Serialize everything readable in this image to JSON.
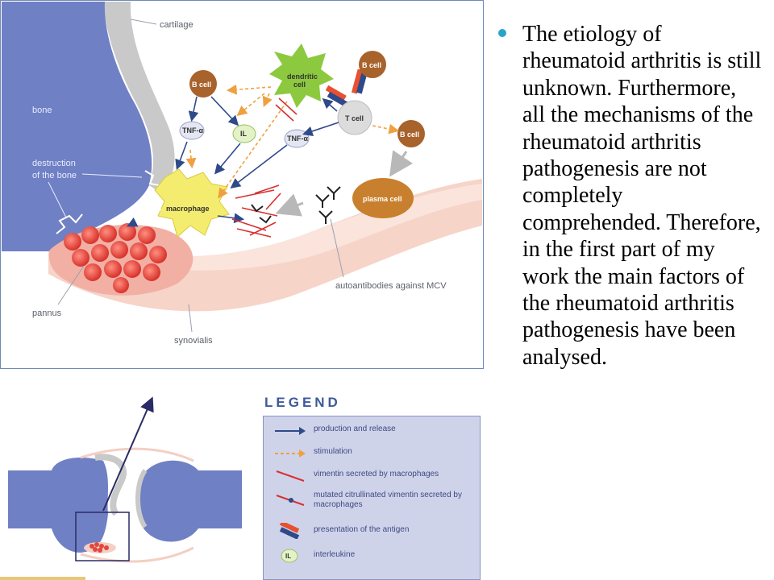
{
  "diagram": {
    "labels": {
      "cartilage": "cartilage",
      "bone": "bone",
      "destruction_line1": "destruction",
      "destruction_line2": "of the bone",
      "pannus": "pannus",
      "synovialis": "synovialis",
      "autoantibodies": "autoantibodies against MCV"
    },
    "cells": {
      "b_cell": "B cell",
      "dendritic_line1": "dendritic",
      "dendritic_line2": "cell",
      "t_cell": "T cell",
      "macrophage": "macrophage",
      "plasma_cell": "plasma cell",
      "tnf": "TNF-α",
      "il": "IL"
    },
    "colors": {
      "bone": "#6f7fc4",
      "cartilage": "#c8c8c8",
      "synovialis": "#f4cfc4",
      "pannus": "#e0483e",
      "macrophage": "#f4ec6e",
      "b_cell": "#a8622c",
      "plasma_cell": "#c8802e",
      "dendritic": "#8dc93f",
      "production_arrow": "#2e4a8a",
      "stimulation_arrow": "#f0a040",
      "vimentin": "#d83030"
    }
  },
  "legend": {
    "title": "LEGEND",
    "items": [
      {
        "text": "production and release"
      },
      {
        "text": "stimulation"
      },
      {
        "text": "vimentin secreted by macrophages"
      },
      {
        "text": "mutated citrullinated vimentin secreted by macrophages"
      },
      {
        "text": "presentation of the antigen"
      },
      {
        "text": "interleukine"
      }
    ],
    "il_icon": "IL"
  },
  "bullet": {
    "text": "The etiology of rheumatoid arthritis is still unknown. Furthermore, all the mechanisms of the rheumatoid arthritis pathogenesis are not completely comprehended. Therefore, in the first part of my work the main factors of the rheumatoid arthritis pathogenesis have been analysed."
  }
}
